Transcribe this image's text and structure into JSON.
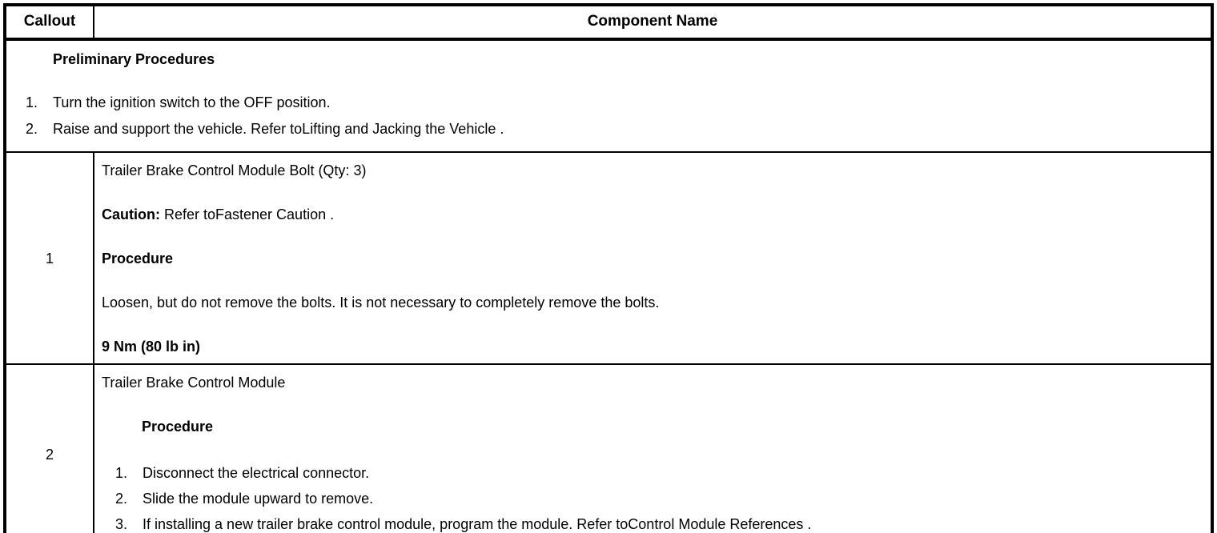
{
  "table": {
    "headers": {
      "callout": "Callout",
      "component": "Component Name"
    },
    "preliminary": {
      "title": "Preliminary Procedures",
      "steps": [
        {
          "marker": "1.",
          "text": "Turn the ignition switch to the OFF position."
        },
        {
          "marker": "2.",
          "text": "Raise and support the vehicle. Refer toLifting and Jacking the Vehicle ."
        }
      ]
    },
    "rows": [
      {
        "callout": "1",
        "name": "Trailer Brake Control Module Bolt (Qty: 3)",
        "caution_lead": "Caution:",
        "caution_text": " Refer toFastener Caution .",
        "procedure_heading": "Procedure",
        "procedure_text": "Loosen, but do not remove the bolts. It is not necessary to completely remove the bolts.",
        "torque": "9 Nm (80 lb in)"
      },
      {
        "callout": "2",
        "name": "Trailer Brake Control Module",
        "procedure_heading": "Procedure",
        "steps": [
          {
            "marker": "1.",
            "text": "Disconnect the electrical connector."
          },
          {
            "marker": "2.",
            "text": "Slide the module upward to remove."
          },
          {
            "marker": "3.",
            "text": "If installing a new trailer brake control module, program the module. Refer toControl Module References ."
          }
        ]
      }
    ]
  }
}
